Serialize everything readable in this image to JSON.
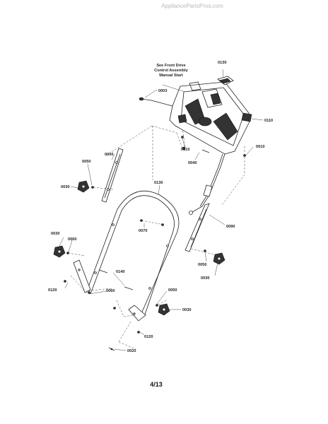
{
  "watermark": "AppliancePartsPros.com",
  "note": {
    "line1": "See Front Drive",
    "line2": "Control Assembly",
    "line3": "Manual Start"
  },
  "page_number": "4/13",
  "callouts": {
    "c0130_top": "0130",
    "c0003": "0003",
    "c0110": "0110",
    "c0010_a": "0010",
    "c0010_b": "0010",
    "c0040": "0040",
    "c0000": "0000",
    "c0050_a": "0050",
    "c0030_a": "0030",
    "c0130_mid": "0130",
    "c0070": "0070",
    "c0090": "0090",
    "c0030_b": "0030",
    "c0060": "0060",
    "c0050_b": "0050",
    "c0030_c": "0030",
    "c0140": "0140",
    "c0120_a": "0120",
    "c0060_b": "0060",
    "c0050_c": "0050",
    "c0030_d": "0030",
    "c0120_b": "0120",
    "c0020": "0020"
  }
}
